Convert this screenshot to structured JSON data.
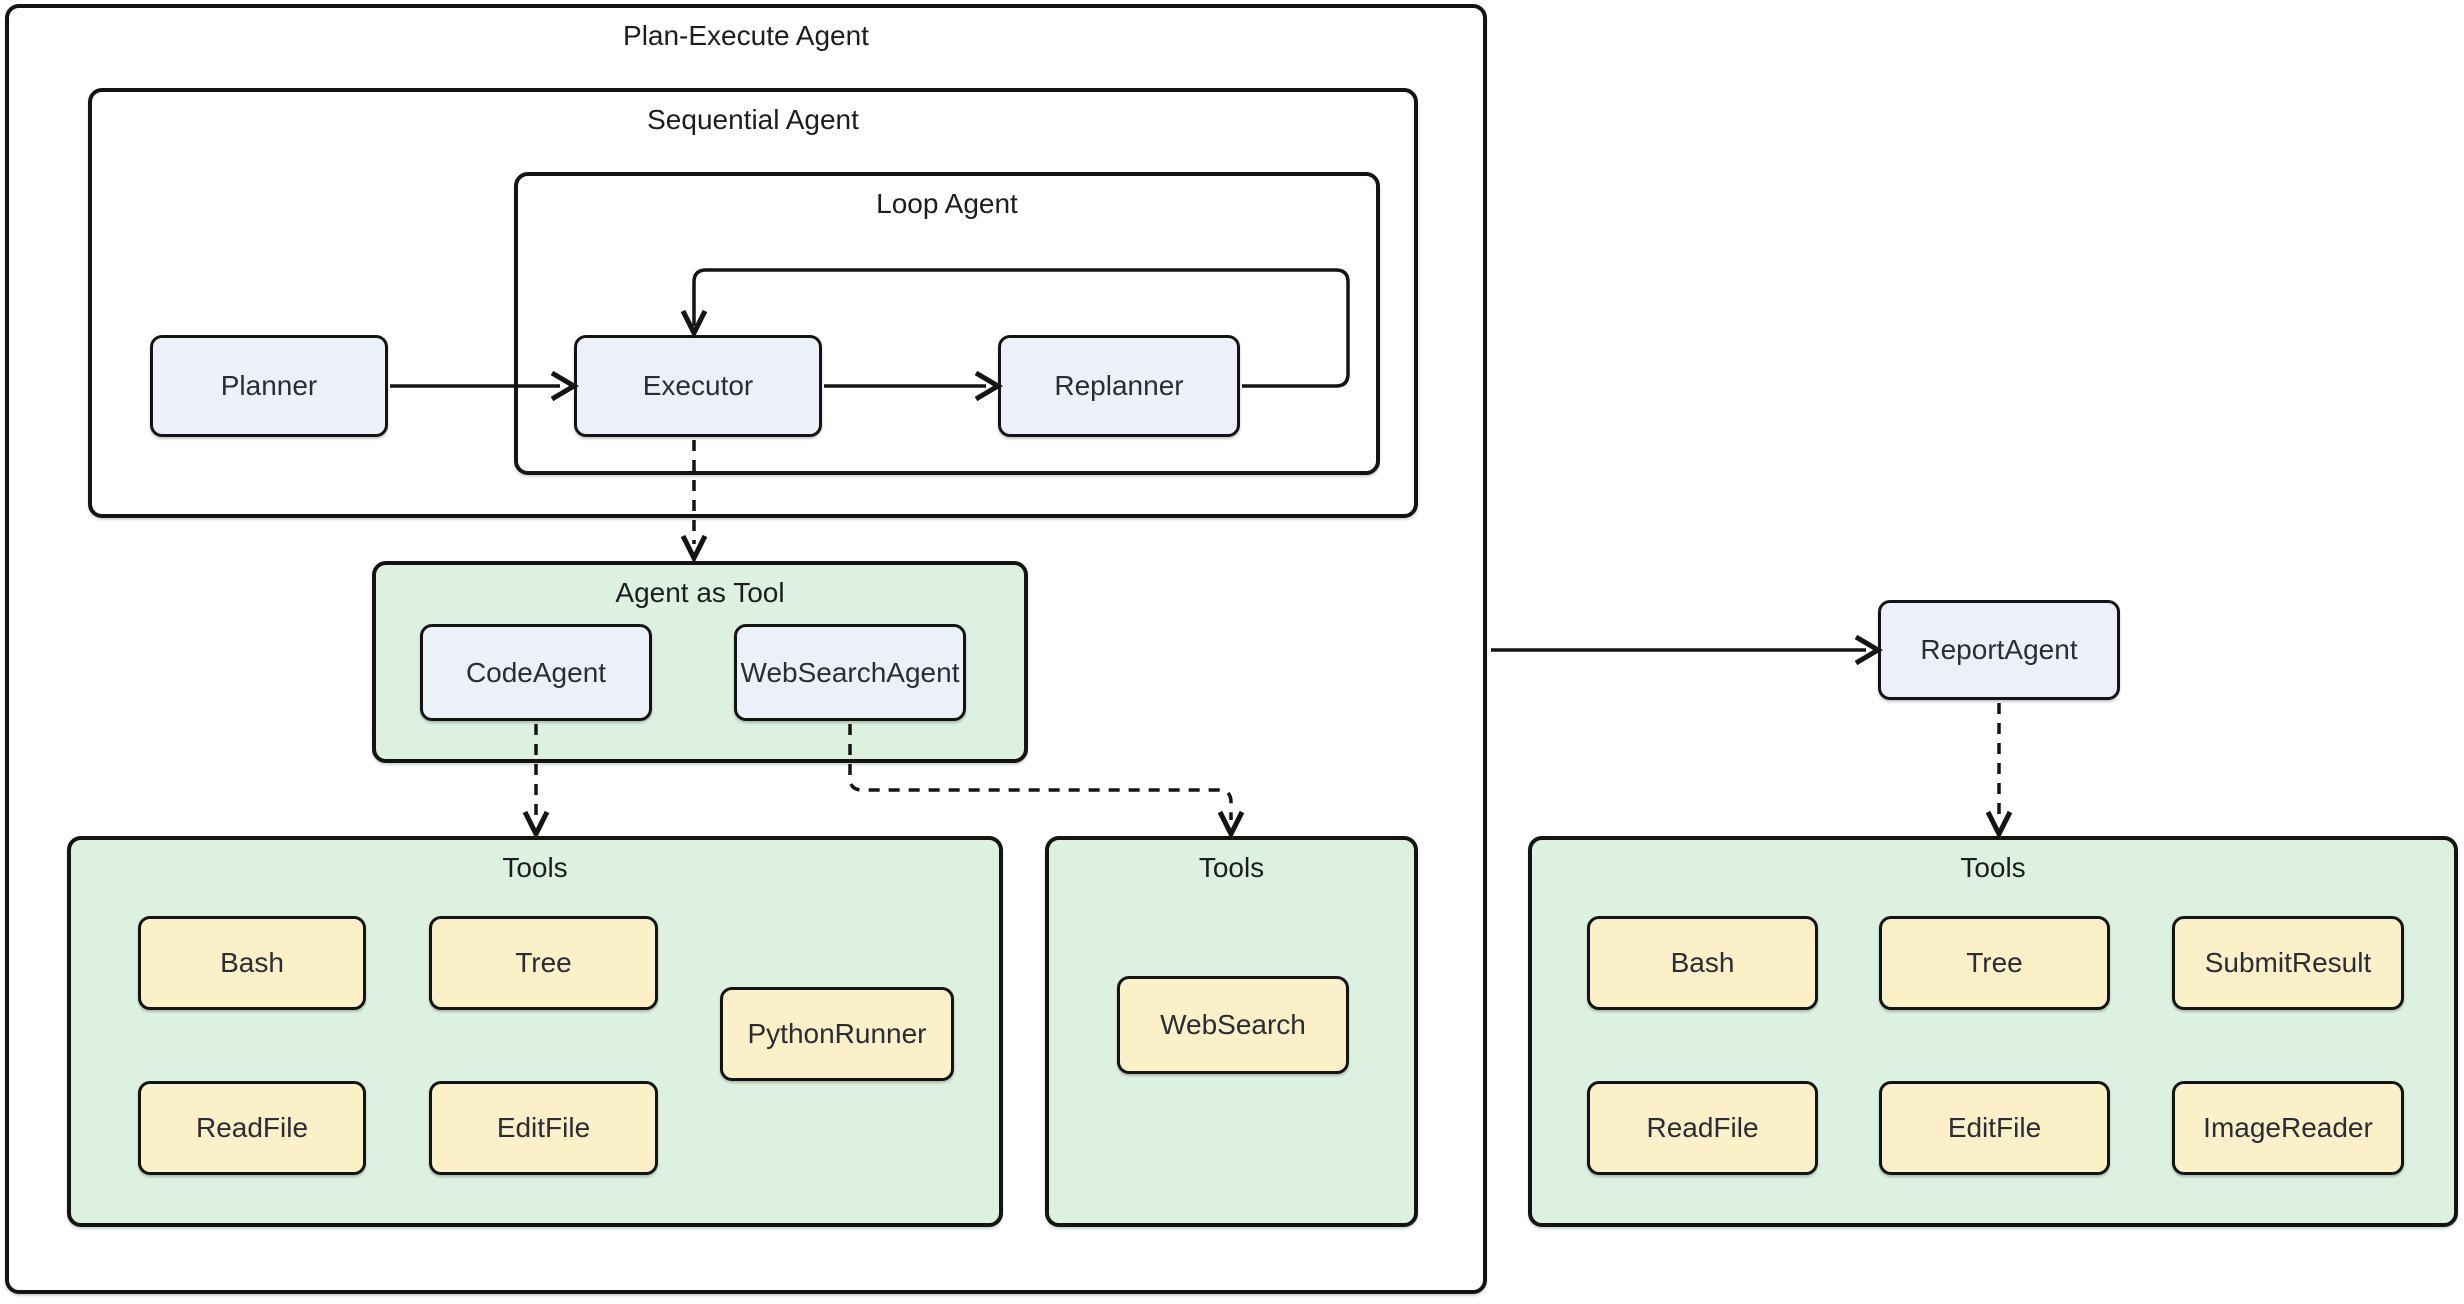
{
  "colors": {
    "background": "#ffffff",
    "border": "#141414",
    "agent_fill": "#ecf1f9",
    "tool_fill": "#fcf0c9",
    "group_fill": "#dcf1e0",
    "text": "#2a2d33"
  },
  "containers": {
    "plan_execute": {
      "title": "Plan-Execute Agent"
    },
    "sequential": {
      "title": "Sequential Agent"
    },
    "loop": {
      "title": "Loop Agent"
    },
    "agent_as_tool": {
      "title": "Agent as Tool"
    },
    "tools_left": {
      "title": "Tools"
    },
    "tools_middle": {
      "title": "Tools"
    },
    "tools_right": {
      "title": "Tools"
    }
  },
  "agents": {
    "planner": {
      "label": "Planner"
    },
    "executor": {
      "label": "Executor"
    },
    "replanner": {
      "label": "Replanner"
    },
    "code_agent": {
      "label": "CodeAgent"
    },
    "web_search_agent": {
      "label": "WebSearchAgent"
    },
    "report_agent": {
      "label": "ReportAgent"
    }
  },
  "tools": {
    "left": [
      "Bash",
      "Tree",
      "PythonRunner",
      "ReadFile",
      "EditFile"
    ],
    "middle": [
      "WebSearch"
    ],
    "right": [
      "Bash",
      "Tree",
      "SubmitResult",
      "ReadFile",
      "EditFile",
      "ImageReader"
    ]
  }
}
